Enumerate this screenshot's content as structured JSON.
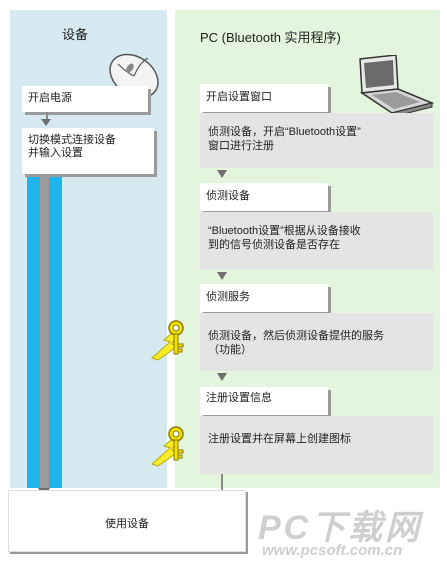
{
  "columns": {
    "left_title": "设备",
    "right_title": "PC (Bluetooth 实用程序)"
  },
  "left_steps": {
    "power_on": "开启电源",
    "switch_mode_line1": "切换模式连接设备",
    "switch_mode_line2": "并输入设置"
  },
  "right_steps": [
    {
      "title": "开启设置窗口",
      "desc_line1": "侦测设备，开启“Bluetooth设置”",
      "desc_line2": "窗口进行注册"
    },
    {
      "title": "侦测设备",
      "desc_line1": "“Bluetooth设置”根据从设备接收",
      "desc_line2": "到的信号侦测设备是否存在"
    },
    {
      "title": "侦测服务",
      "desc_line1": "侦测设备，然后侦测设备提供的服务",
      "desc_line2": "（功能）"
    },
    {
      "title": "注册设置信息",
      "desc_line1": "注册设置并在屏幕上创建图标",
      "desc_line2": ""
    }
  ],
  "final_step": "使用设备",
  "watermark": {
    "brand": "PC下载网",
    "url": "www.pcsoft.com.cn"
  },
  "icons": [
    "mouse-icon",
    "laptop-icon",
    "key-icon",
    "lightning-icon"
  ],
  "colors": {
    "left_panel": "#d6e9f1",
    "right_panel": "#e3f5dd",
    "stripe": "#20b4ec",
    "key": "#f2e000"
  }
}
